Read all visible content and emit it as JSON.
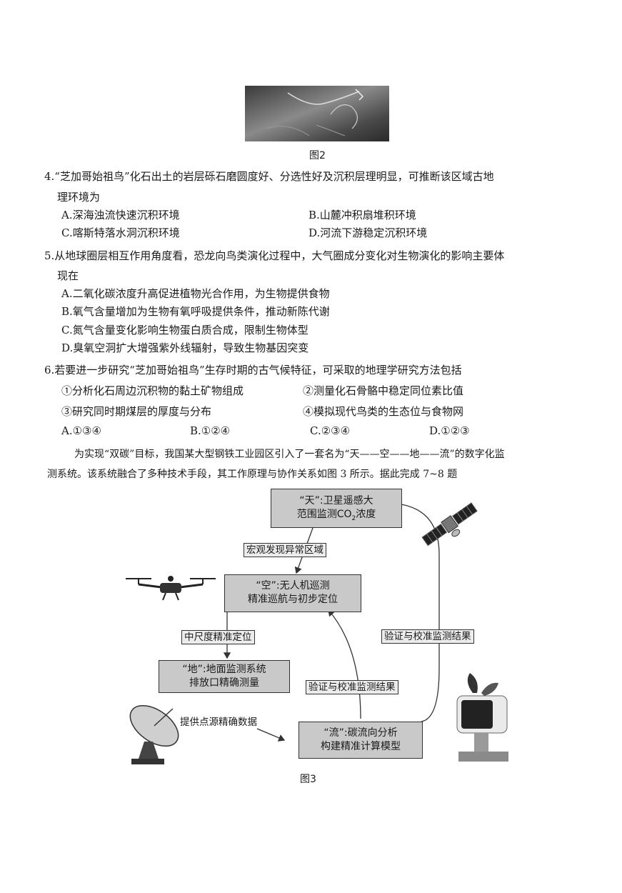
{
  "figure2": {
    "caption": "图2"
  },
  "q4": {
    "stem_line1": "4.“芝加哥始祖鸟”化石出土的岩层砾石磨圆度好、分选性好及沉积层理明显，可推断该区域古地",
    "stem_line2": "理环境为",
    "options": [
      "A.深海浊流快速沉积环境",
      "B.山麓冲积扇堆积环境",
      "C.喀斯特落水洞沉积环境",
      "D.河流下游稳定沉积环境"
    ]
  },
  "q5": {
    "stem_line1": "5.从地球圈层相互作用角度看，恐龙向鸟类演化过程中，大气圈成分变化对生物演化的影响主要体",
    "stem_line2": "现在",
    "options": [
      "A.二氧化碳浓度升高促进植物光合作用，为生物提供食物",
      "B.氧气含量增加为生物有氧呼吸提供条件，推动新陈代谢",
      "C.氮气含量变化影响生物蛋白质合成，限制生物体型",
      "D.臭氧空洞扩大增强紫外线辐射，导致生物基因突变"
    ]
  },
  "q6": {
    "stem": "6.若要进一步研究“芝加哥始祖鸟”生存时期的古气候特征，可采取的地理学研究方法包括",
    "items": [
      "①分析化石周边沉积物的黏土矿物组成",
      "②测量化石骨骼中稳定同位素比值",
      "③研究同时期煤层的厚度与分布",
      "④模拟现代鸟类的生态位与食物网"
    ],
    "options": [
      "A.①③④",
      "B.①②④",
      "C.②③④",
      "D.①②③"
    ]
  },
  "intro": {
    "line1": "为实现“双碳”目标，我国某大型钢铁工业园区引入了一套名为“天——空——地——流”的数字化监",
    "line2": "测系统。该系统融合了多种技术手段，其工作原理与协作关系如图 3 所示。据此完成 7~8 题"
  },
  "figure3": {
    "caption": "图3",
    "box_tian": {
      "line1": "“天”:卫星遥感大",
      "line2_pre": "范围监测CO",
      "line2_sub": "2",
      "line2_post": "浓度"
    },
    "box_kong": {
      "line1": "“空”:无人机巡测",
      "line2": "精准巡航与初步定位"
    },
    "box_di": {
      "line1": "“地”:地面监测系统",
      "line2": "排放口精确测量"
    },
    "box_liu": {
      "line1": "“流”:碳流向分析",
      "line2": "构建精准计算模型"
    },
    "label_macro": "宏观发现异常区域",
    "label_mid": "中尺度精准定位",
    "label_verify_right": "验证与校准监测结果",
    "label_verify_mid": "验证与校准监测结果",
    "label_point": "提供点源精确数据"
  }
}
